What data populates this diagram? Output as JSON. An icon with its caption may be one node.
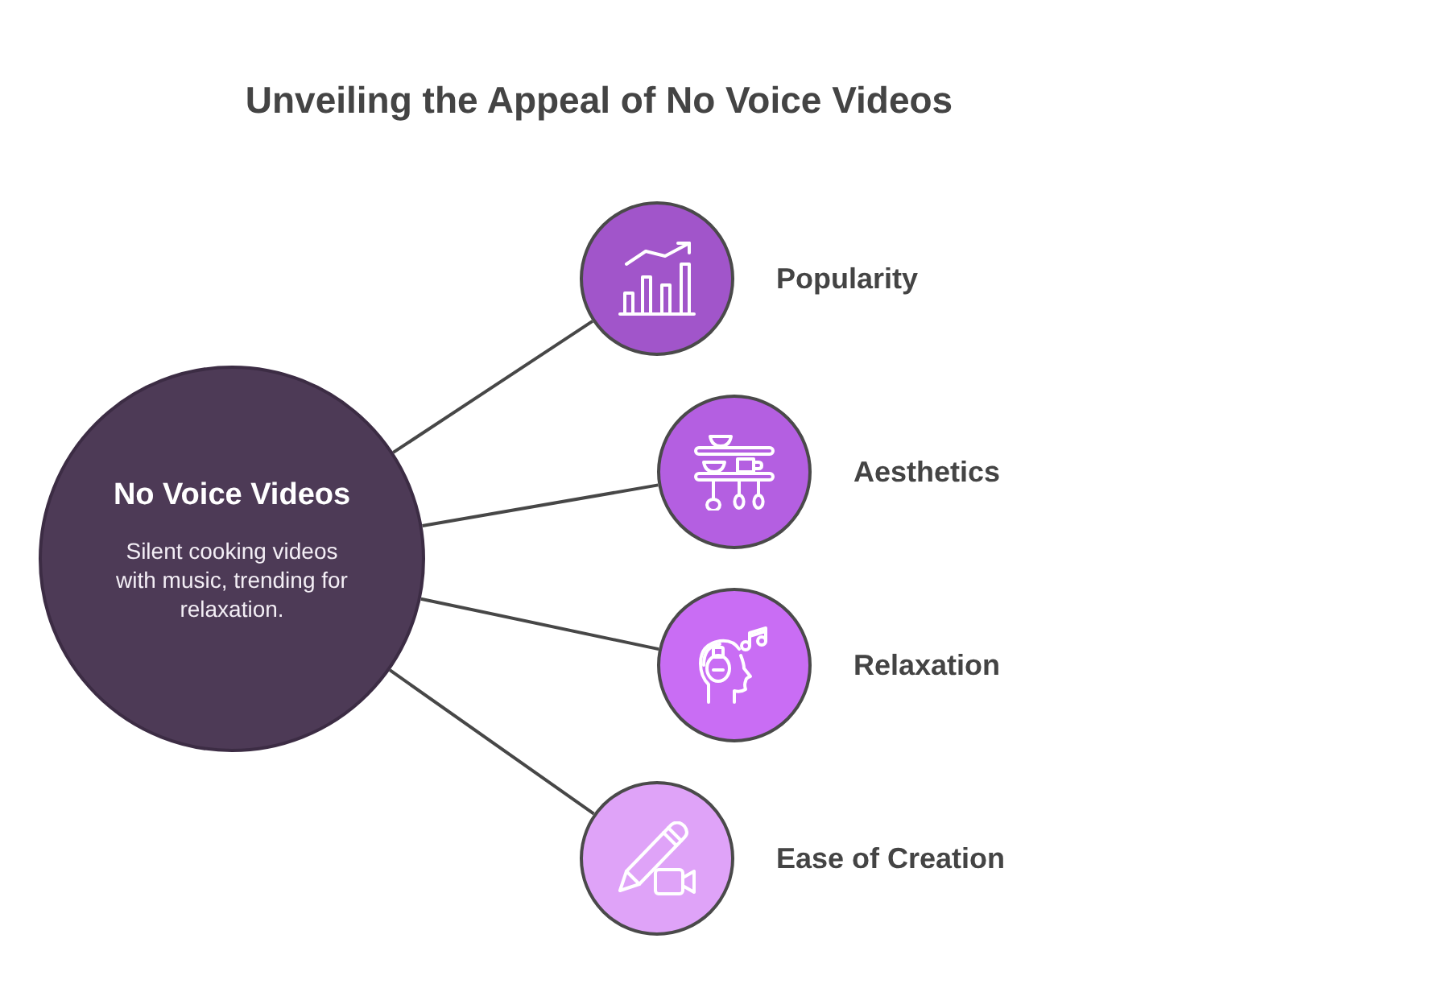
{
  "diagram": {
    "title": "Unveiling the Appeal of No Voice Videos",
    "nodes": [
      {
        "text": [
          "No Voice Videos",
          "Silent cooking videos with music, trending for relaxation."
        ]
      },
      {
        "text": [
          "Popularity"
        ]
      },
      {
        "text": [
          "Aesthetics"
        ]
      },
      {
        "text": [
          "Relaxation"
        ]
      },
      {
        "text": [
          "Ease of Creation"
        ]
      }
    ],
    "edges": [
      {
        "from": 0,
        "to": 1,
        "arrow": "none"
      },
      {
        "from": 0,
        "to": 2,
        "arrow": "none"
      },
      {
        "from": 0,
        "to": 3,
        "arrow": "none"
      },
      {
        "from": 0,
        "to": 4,
        "arrow": "none"
      }
    ]
  }
}
